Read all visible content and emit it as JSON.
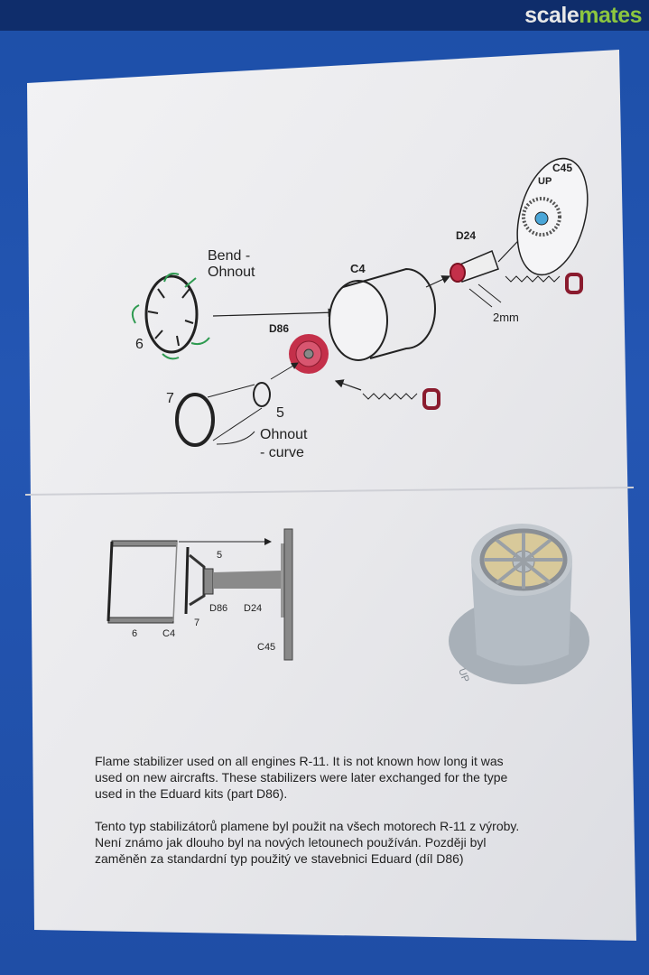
{
  "logo": {
    "part1": "scale",
    "part2": "mates"
  },
  "diagram_top": {
    "bend_label_1": "Bend -",
    "bend_label_2": "Ohnout",
    "part_6": "6",
    "part_7": "7",
    "part_5": "5",
    "part_c4": "C4",
    "part_d86": "D86",
    "part_d24": "D24",
    "part_c45": "C45",
    "up_mark": "UP",
    "dimension": "2mm",
    "curve_label_1": "Ohnout",
    "curve_label_2": "- curve"
  },
  "diagram_section": {
    "part_5": "5",
    "part_d86": "D86",
    "part_d24": "D24",
    "part_7": "7",
    "part_6": "6",
    "part_c4": "C4",
    "part_c45": "C45"
  },
  "photo": {
    "up_mark": "UP"
  },
  "text_en": [
    "Flame stabilizer used on all engines R-11. It is not known how long it was",
    "used on new aircrafts. These stabilizers were later exchanged for the type",
    "used in the Eduard kits (part D86)."
  ],
  "text_cz": [
    "Tento typ stabilizátorů plamene byl použit na všech motorech R-11 z výroby.",
    "Není známo jak dlouho byl na nových letounech používán. Později byl",
    "zaměněn za standardní typ použitý ve stavebnici Eduard (díl D86)"
  ],
  "colors": {
    "background": "#2456b3",
    "paper": "#ececef",
    "accent_red": "#b0283a",
    "arrow_green": "#2e9a50"
  }
}
